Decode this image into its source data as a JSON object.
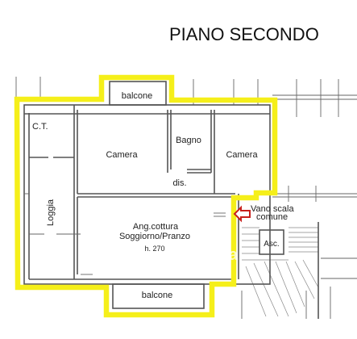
{
  "title": "PIANO SECONDO",
  "rooms": {
    "balcone_top": "balcone",
    "ct": "C.T.",
    "bagno": "Bagno",
    "camera_left": "Camera",
    "camera_right": "Camera",
    "dis": "dis.",
    "loggia": "Loggia",
    "ang_cottura": "Ang.cottura",
    "soggiorno": "Soggiorno/Pranzo",
    "height": "h. 270",
    "balcone_bottom": "balcone",
    "vano_scala_1": "Vano scala",
    "vano_scala_2": "comune",
    "asc": "Asc."
  },
  "watermark": "idealista",
  "colors": {
    "outline": "#f5ef1a",
    "arrow": "#c8201c",
    "walls": "#555555"
  }
}
